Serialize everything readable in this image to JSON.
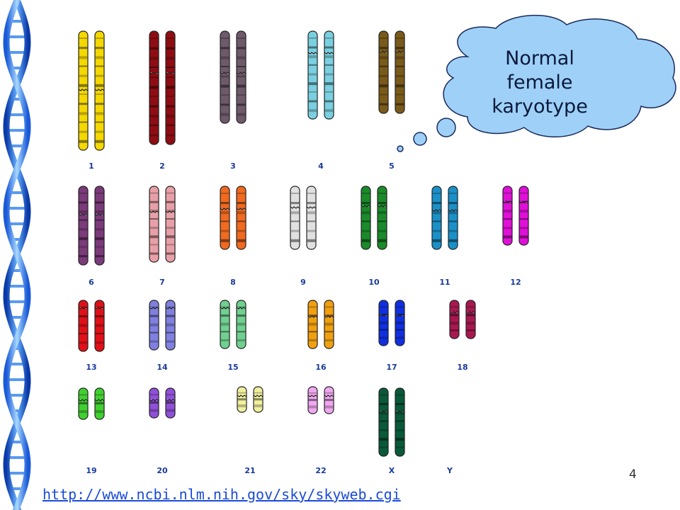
{
  "callout": {
    "text": "Normal female karyotype"
  },
  "page_number": "4",
  "source_link": "http://www.ncbi.nlm.nih.gov/sky/skyweb.cgi",
  "chromosomes": [
    {
      "label": "1",
      "color": "#f4d800",
      "present": true
    },
    {
      "label": "2",
      "color": "#8e0d13",
      "present": true
    },
    {
      "label": "3",
      "color": "#6e5a6a",
      "present": true
    },
    {
      "label": "4",
      "color": "#7ad0e0",
      "present": true
    },
    {
      "label": "5",
      "color": "#7a5a1a",
      "present": true
    },
    {
      "label": "6",
      "color": "#7b3a7a",
      "present": true
    },
    {
      "label": "7",
      "color": "#e8a0a8",
      "present": true
    },
    {
      "label": "8",
      "color": "#f06a20",
      "present": true
    },
    {
      "label": "9",
      "color": "#e0e0e0",
      "present": true
    },
    {
      "label": "10",
      "color": "#1a8a2a",
      "present": true
    },
    {
      "label": "11",
      "color": "#1a90c8",
      "present": true
    },
    {
      "label": "12",
      "color": "#e010d8",
      "present": true
    },
    {
      "label": "13",
      "color": "#e01018",
      "present": true
    },
    {
      "label": "14",
      "color": "#8080e0",
      "present": true
    },
    {
      "label": "15",
      "color": "#70d090",
      "present": true
    },
    {
      "label": "16",
      "color": "#f0a010",
      "present": true
    },
    {
      "label": "17",
      "color": "#1030e0",
      "present": true
    },
    {
      "label": "18",
      "color": "#a81850",
      "present": true
    },
    {
      "label": "19",
      "color": "#40d030",
      "present": true
    },
    {
      "label": "20",
      "color": "#9050d8",
      "present": true
    },
    {
      "label": "21",
      "color": "#f0f0a0",
      "present": true
    },
    {
      "label": "22",
      "color": "#f0a8f0",
      "present": true
    },
    {
      "label": "X",
      "color": "#0a5a3a",
      "present": true
    },
    {
      "label": "Y",
      "color": "",
      "present": false
    }
  ]
}
